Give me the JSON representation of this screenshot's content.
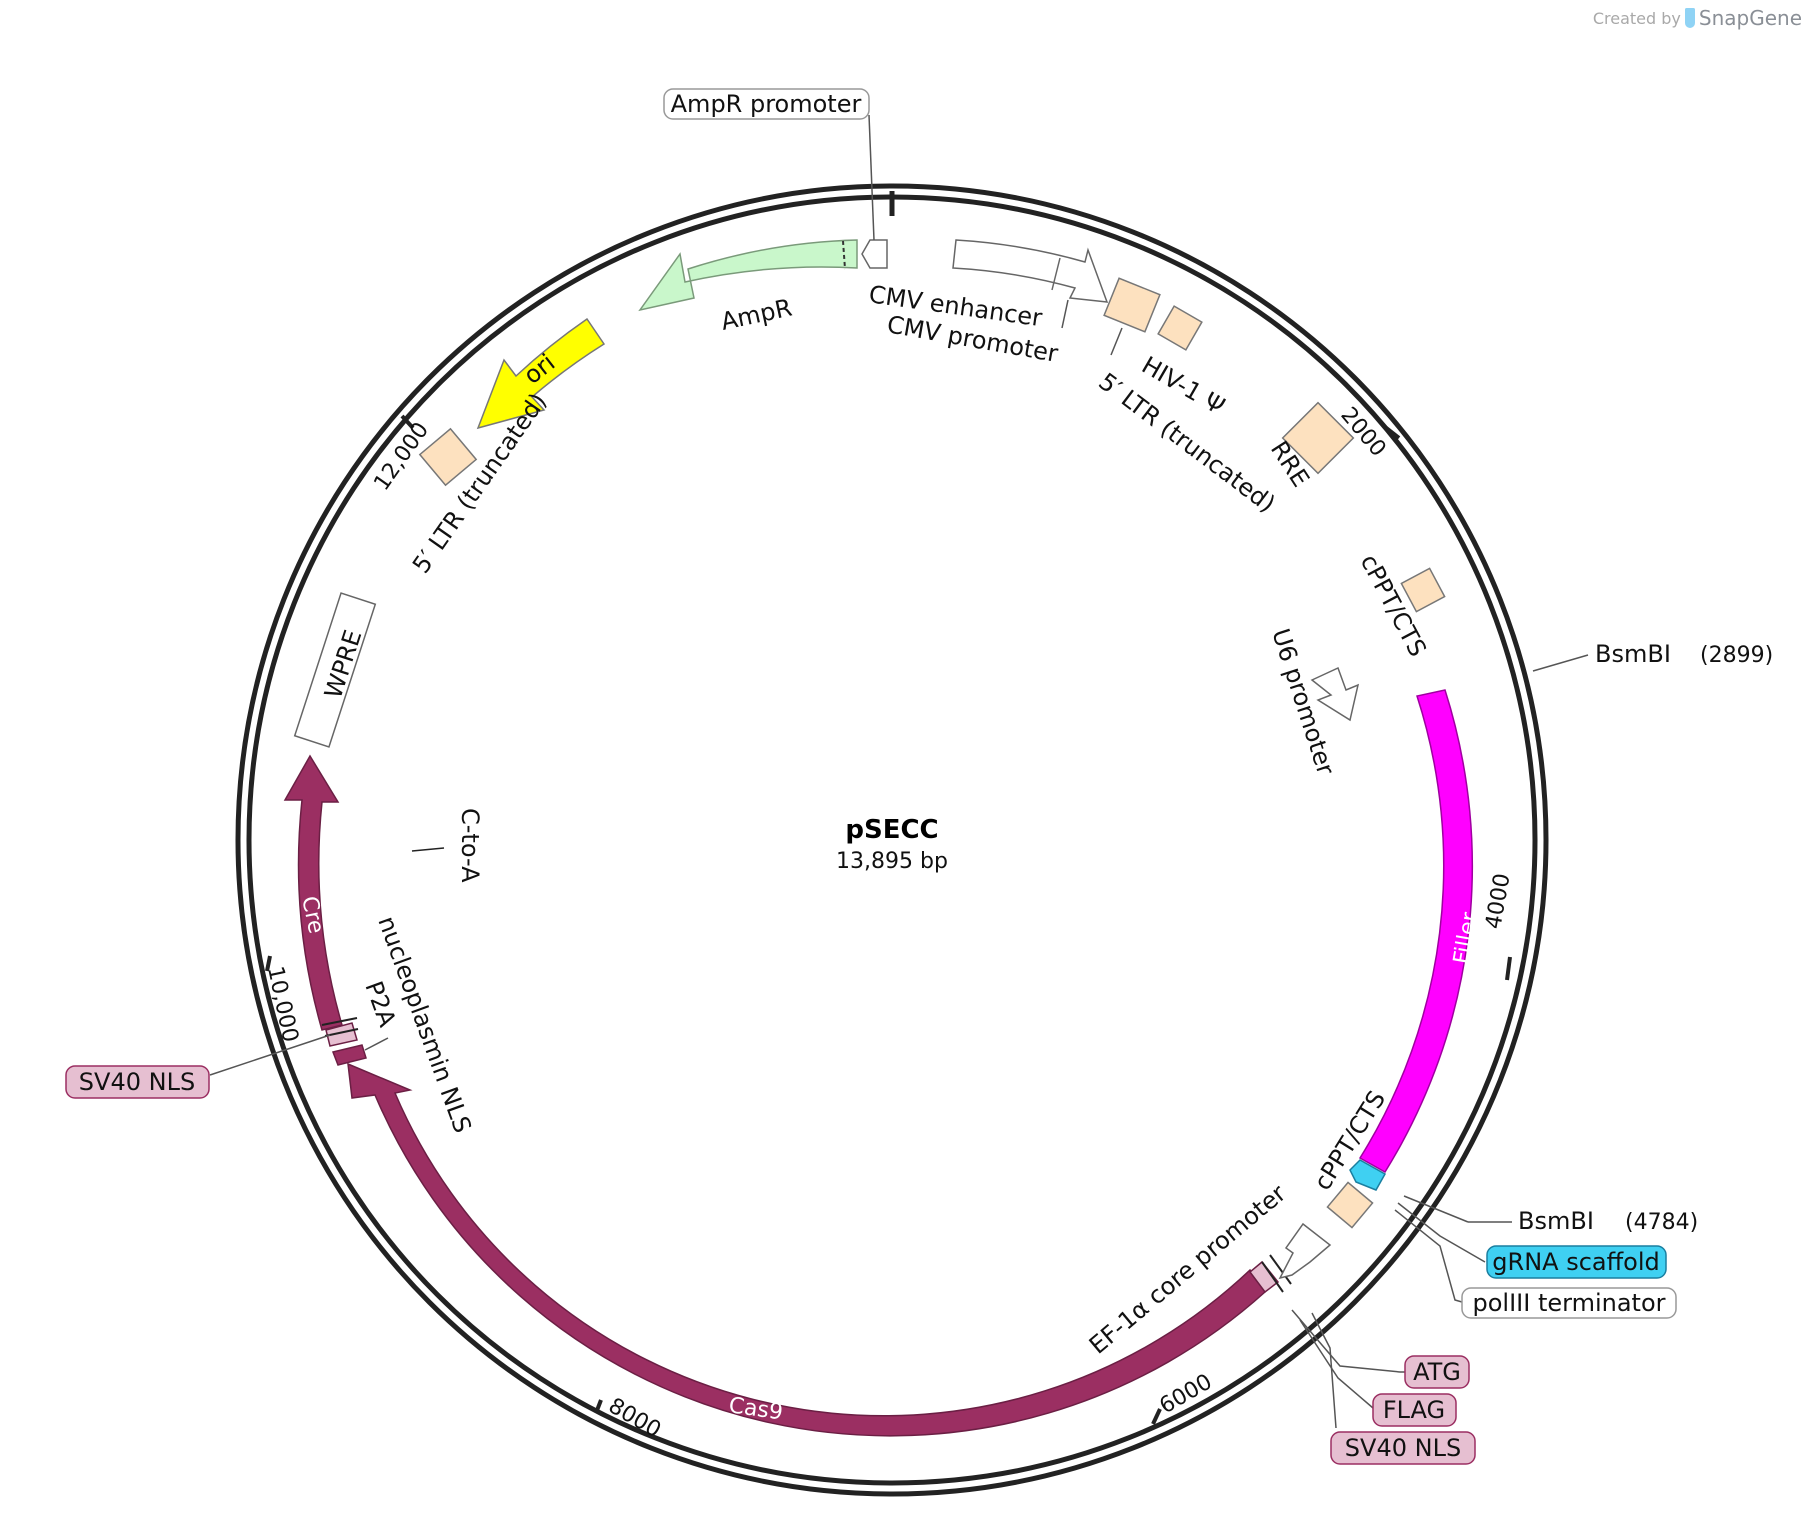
{
  "credit": {
    "created_by": "Created by",
    "brand": "SnapGene"
  },
  "plasmid": {
    "name": "pSECC",
    "length": "13,895 bp"
  },
  "ticks": [
    "2000",
    "4000",
    "6000",
    "8000",
    "10,000",
    "12,000"
  ],
  "features": {
    "ampr": "AmpR",
    "ori": "ori",
    "ltr5_left": "5′ LTR (truncated)",
    "wpre": "WPRE",
    "cre": "Cre",
    "c_to_a": "C-to-A",
    "nucleoplasmin_nls": "nucleoplasmin NLS",
    "p2a": "P2A",
    "cas9": "Cas9",
    "ef1a": "EF-1α core promoter",
    "cppt_bottom": "cPPT/CTS",
    "filler": "Filler",
    "u6": "U6 promoter",
    "cppt_top": "cPPT/CTS",
    "rre": "RRE",
    "ltr5_right": "5′ LTR (truncated)",
    "hiv": "HIV-1 Ψ",
    "cmv_enhancer": "CMV enhancer",
    "cmv_promoter": "CMV promoter"
  },
  "callouts": {
    "ampr_promoter": "AmpR promoter",
    "bsmbi_top": "BsmBI",
    "bsmbi_top_pos": "(2899)",
    "bsmbi_bottom": "BsmBI",
    "bsmbi_bottom_pos": "(4784)",
    "grna": "gRNA scaffold",
    "poliii": "polIII terminator",
    "atg": "ATG",
    "flag": "FLAG",
    "sv40_right": "SV40 NLS",
    "sv40_left": "SV40 NLS"
  },
  "colors": {
    "backbone": "#222222",
    "ampr": "#c9f7cb",
    "ori": "#ffff00",
    "ltr": "#fde1bf",
    "cas9": "#9b2f62",
    "nls": "#e6bfd1",
    "filler": "#ff00ff",
    "grna": "#3fd0f2",
    "promoter": "#ffffff"
  }
}
